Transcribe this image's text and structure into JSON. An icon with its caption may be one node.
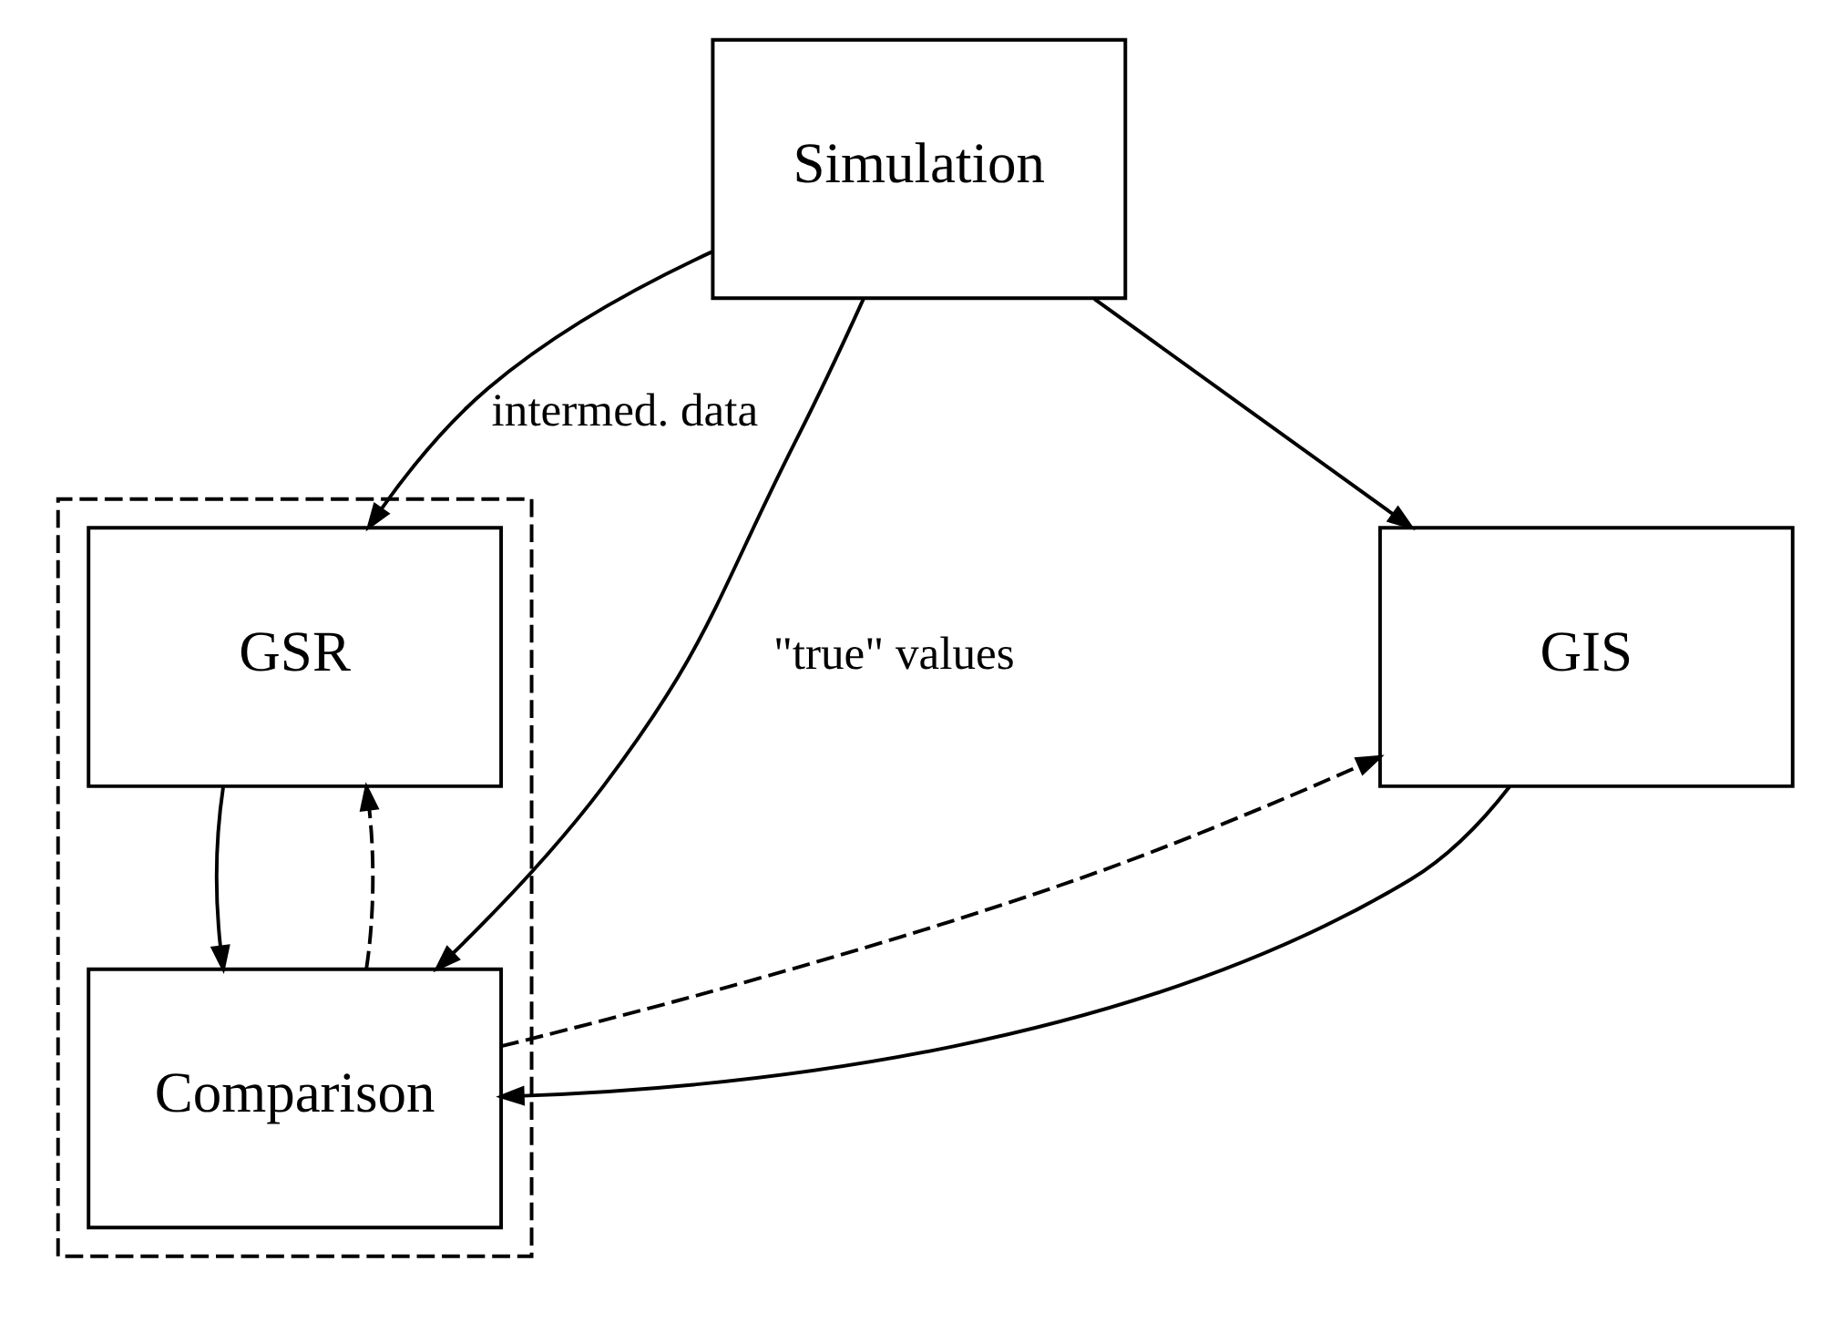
{
  "diagram": {
    "nodes": [
      {
        "text": [
          "Simulation"
        ]
      },
      {
        "text": [],
        "shape": "box"
      },
      {
        "text": [
          "GSR"
        ],
        "in": 1
      },
      {
        "text": [
          "Comparison"
        ],
        "in": 1
      },
      {
        "text": [
          "GIS"
        ]
      }
    ],
    "edges": [
      {
        "from": 0,
        "to": 2,
        "arrow": "to",
        "label": "intermed. data"
      },
      {
        "from": 0,
        "to": 4,
        "arrow": "to"
      },
      {
        "from": 0,
        "to": 3,
        "arrow": "to",
        "label": "\"true\" values"
      },
      {
        "from": 2,
        "to": 3,
        "arrow": "to"
      },
      {
        "from": 4,
        "to": 3,
        "arrow": "to"
      },
      {
        "from": 3,
        "to": 2,
        "arrow": "to",
        "style": "dashed"
      },
      {
        "from": 3,
        "to": 4,
        "arrow": "to",
        "style": "dashed"
      }
    ]
  }
}
